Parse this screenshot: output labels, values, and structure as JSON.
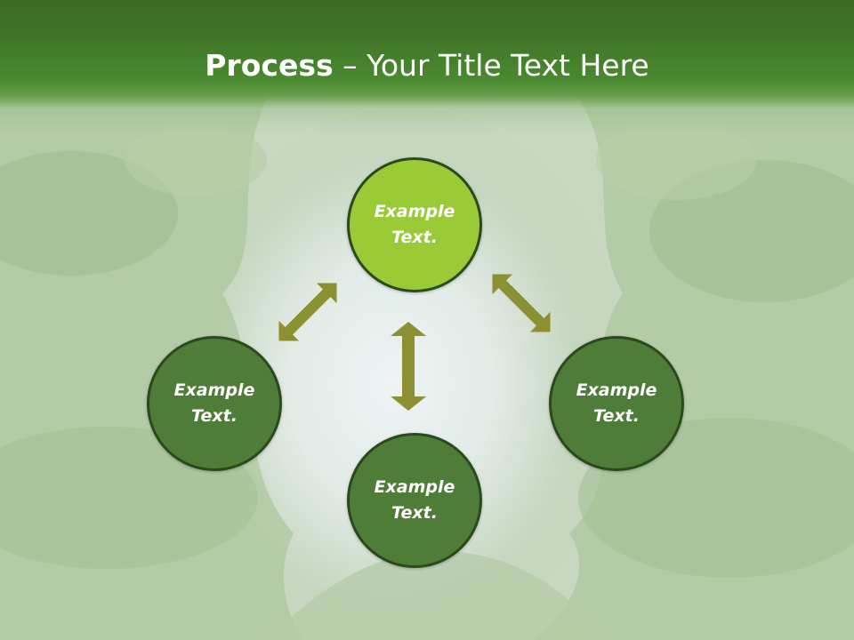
{
  "title": {
    "bold": "Process",
    "rest": " – Your Title Text Here"
  },
  "nodes": {
    "top": "Example Text.",
    "left": "Example Text.",
    "right": "Example Text.",
    "bottom": "Example Text."
  },
  "colors": {
    "title_bar": "#3f7427",
    "node_highlight": "#9acb37",
    "node_default": "#4f7d39",
    "node_border": "#2b4a1c",
    "arrow": "#8c9031"
  }
}
